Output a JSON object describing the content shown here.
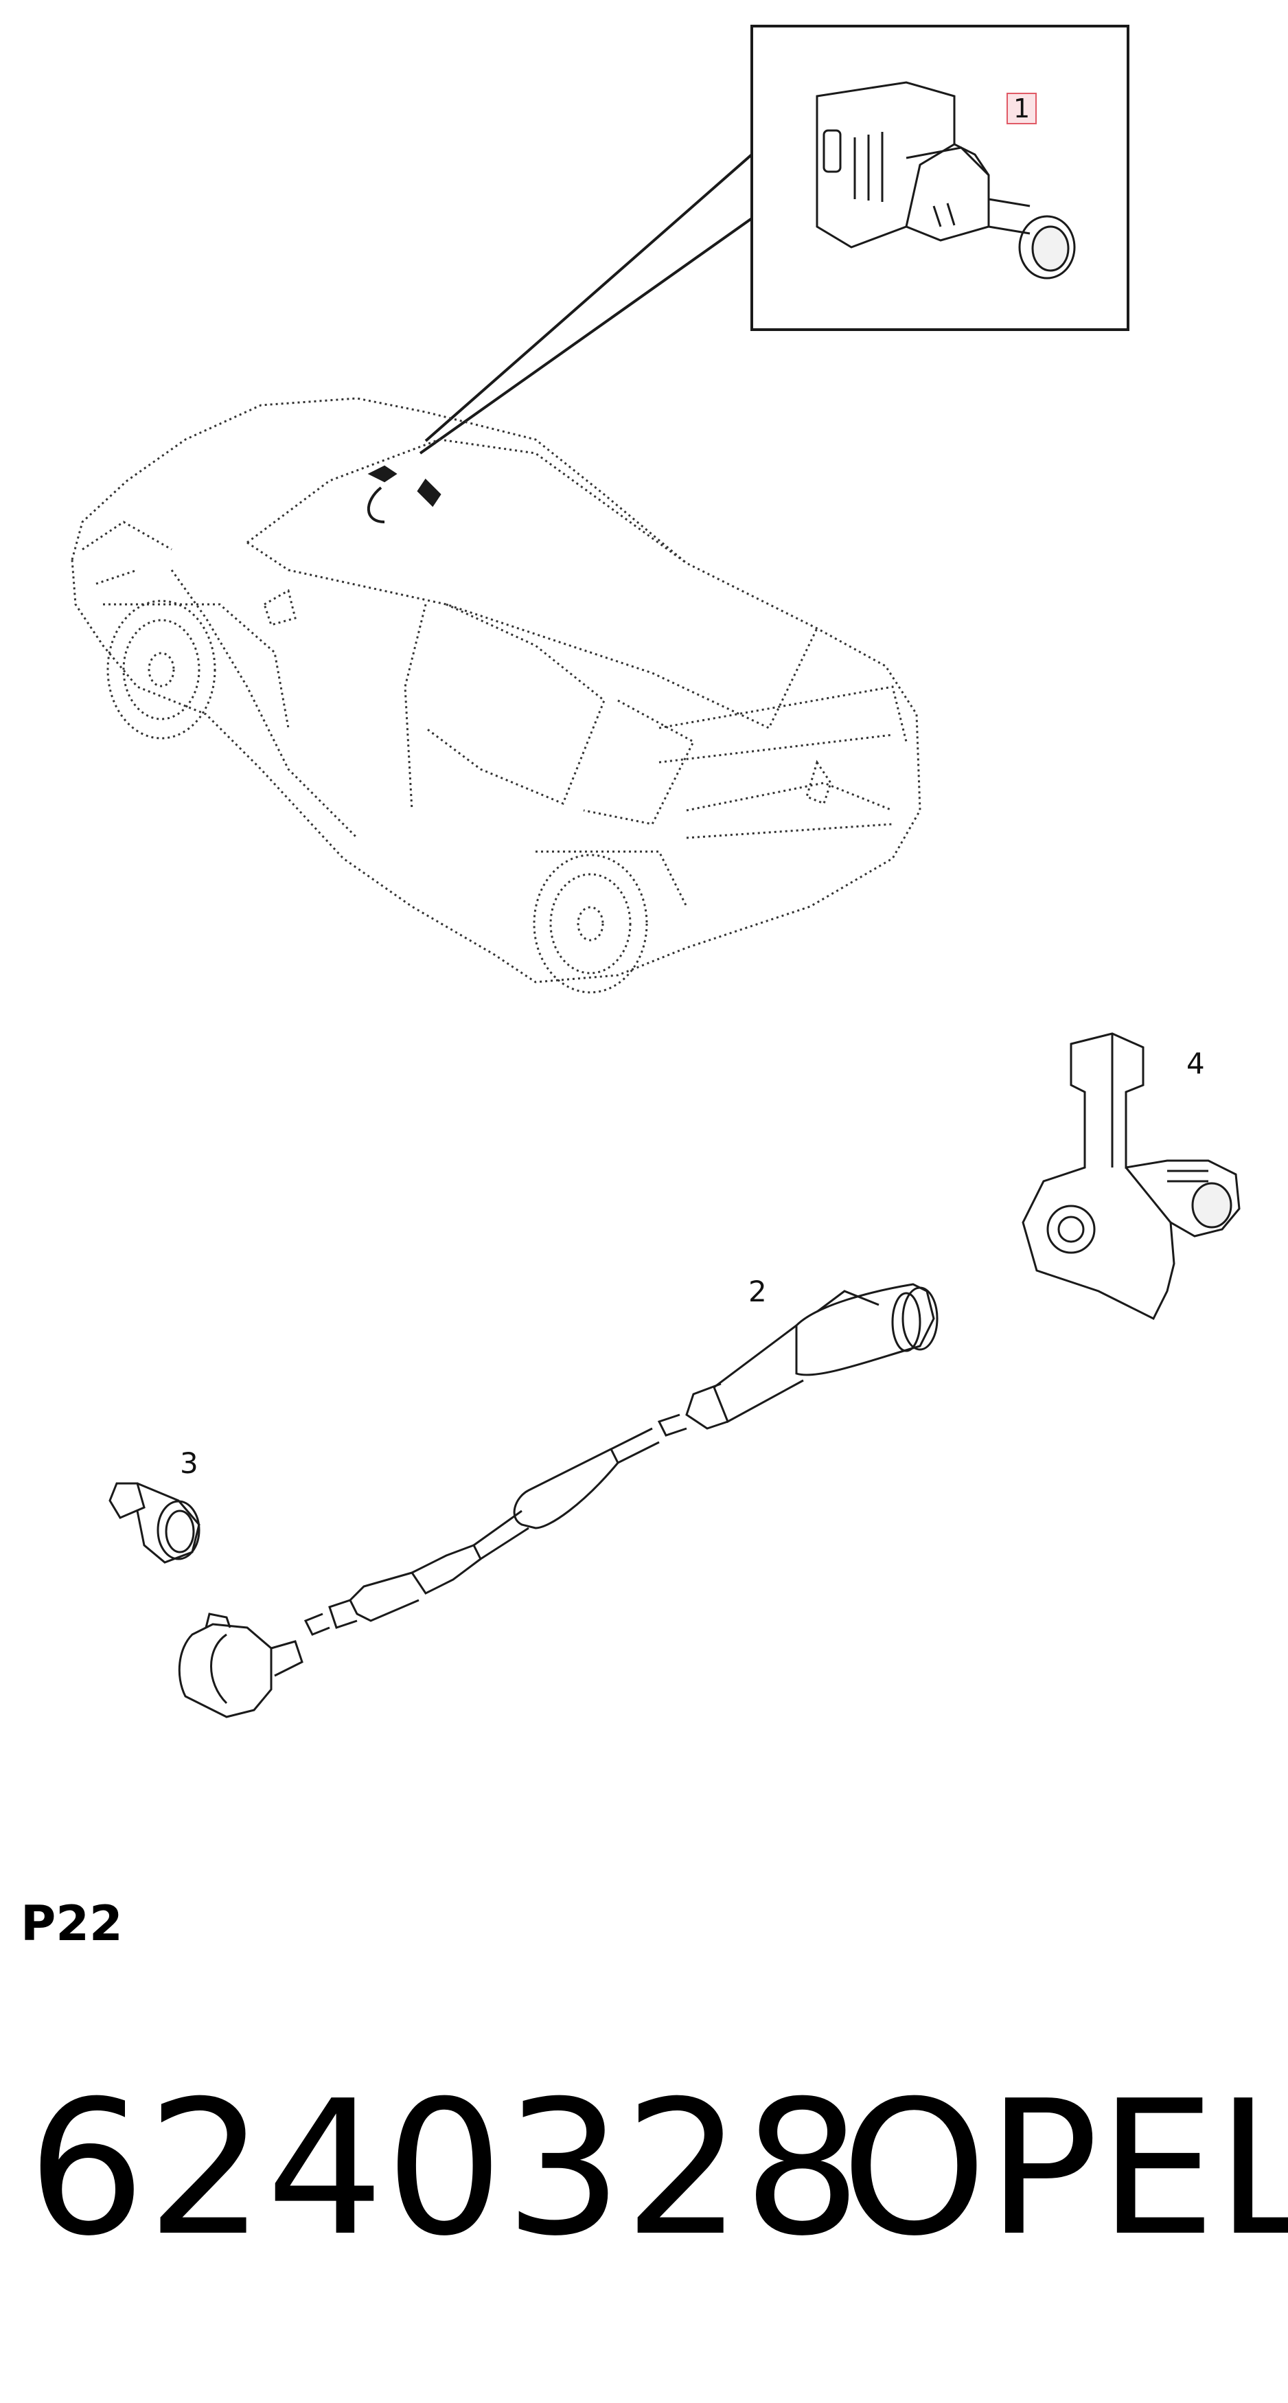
{
  "callouts": {
    "item1": "1",
    "item2": "2",
    "item3": "3",
    "item4": "4"
  },
  "footer": {
    "page_code": "P22",
    "part_number": "6240328",
    "brand": "OPEL"
  },
  "colors": {
    "line": "#1a1a1a",
    "highlight_border": "#e05a66",
    "highlight_fill": "#fbe3e6"
  }
}
